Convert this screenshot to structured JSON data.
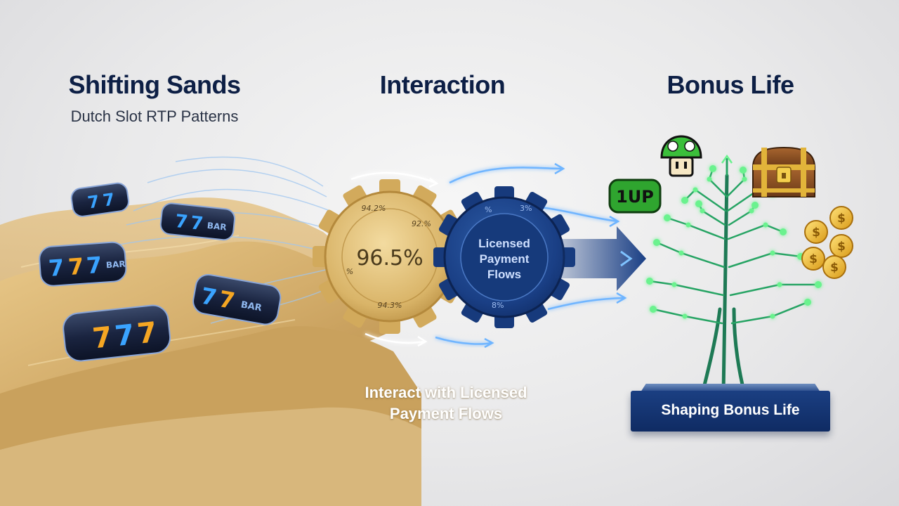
{
  "stages": {
    "left": {
      "title": "Shifting Sands",
      "subtitle": "Dutch Slot RTP Patterns",
      "reel_symbols": [
        "7",
        "BAR"
      ]
    },
    "middle": {
      "title": "Interaction",
      "gold_gear_value": "96.5%",
      "gold_gear_ring": [
        "94.2%",
        "92.%",
        "94.3%",
        "%"
      ],
      "blue_gear_label": [
        "Licensed",
        "Payment",
        "Flows"
      ],
      "blue_gear_ring": [
        "%",
        "3%",
        "8%"
      ],
      "caption": [
        "Interact with Licensed",
        "Payment Flows"
      ]
    },
    "right": {
      "title": "Bonus Life",
      "badge": "1UP",
      "pedestal_label": "Shaping Bonus Life",
      "coin_symbol": "$"
    }
  },
  "colors": {
    "navy": "#0d1f45",
    "gold": "#d8b262",
    "blue_gear": "#1a3f85",
    "circuit_green": "#3fdc6a",
    "sand": "#d9b677"
  },
  "icons": [
    "slot-reel-icon",
    "gear-icon",
    "arrow-icon",
    "mushroom-icon",
    "treasure-chest-icon",
    "coin-icon",
    "circuit-tree-icon"
  ]
}
